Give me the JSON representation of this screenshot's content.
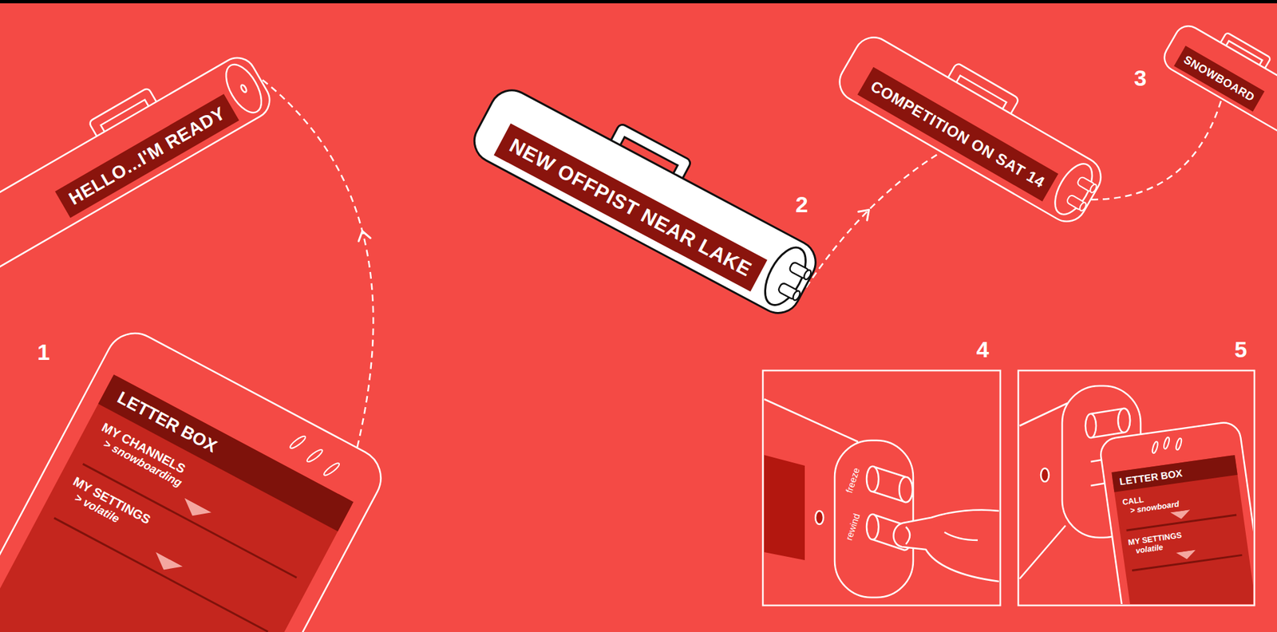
{
  "diagram": {
    "nodes": [
      {
        "text": [
          "HELLO...I'M READY"
        ]
      },
      {
        "text": [
          "LETTER BOX",
          "MY CHANNELS",
          "> snowboarding",
          "MY SETTINGS",
          "> volatile"
        ]
      },
      {
        "text": [
          "NEW OFFPIST NEAR LAKE"
        ]
      },
      {
        "text": [
          "COMPETITION ON SAT 14"
        ]
      },
      {
        "text": [
          "SNOWBOARD"
        ]
      },
      {
        "text": [
          "LETTER BOX",
          "CALL",
          "> snowboard",
          "MY SETTINGS",
          "volatile"
        ]
      }
    ],
    "edges": [
      {
        "from": 1,
        "to": 0,
        "arrow": "to"
      },
      {
        "from": 2,
        "to": 3,
        "arrow": "to"
      },
      {
        "from": 3,
        "to": 4,
        "arrow": "none"
      }
    ],
    "labels": [
      "1",
      "2",
      "3",
      "4",
      "5",
      "freeze",
      "rewind"
    ]
  }
}
